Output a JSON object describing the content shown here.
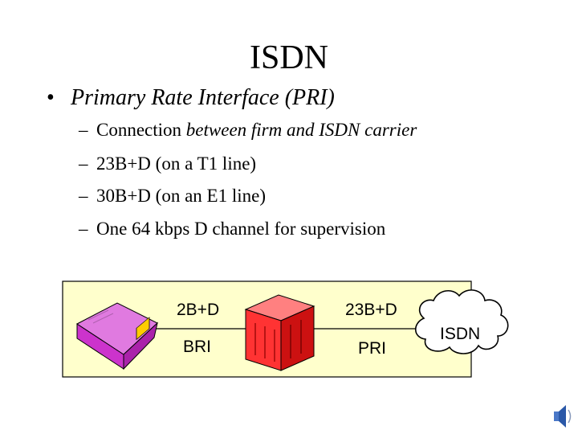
{
  "slide": {
    "title": "ISDN",
    "bullet": {
      "marker": "•",
      "text": "Primary Rate Interface (PRI)"
    },
    "subbullets": [
      {
        "dash": "–",
        "lead": "Connection ",
        "italic": "between firm and ISDN carrier"
      },
      {
        "dash": "–",
        "lead": "23B+D (on a T1 line)",
        "italic": ""
      },
      {
        "dash": "–",
        "lead": "30B+D (on an E1 line)",
        "italic": ""
      },
      {
        "dash": "–",
        "lead": "One 64 kbps D channel for supervision",
        "italic": ""
      }
    ]
  },
  "diagram": {
    "panel_color": "#ffffcc",
    "left_link": {
      "channels": "2B+D",
      "type": "BRI"
    },
    "right_link": {
      "channels": "23B+D",
      "type": "PRI"
    },
    "cloud_label": "ISDN",
    "device_colors": {
      "terminal": "#cc33cc",
      "terminal_accent": "#ffcc00",
      "switch": "#ff3333"
    }
  },
  "icons": {
    "terminal": "isdn-terminal-icon",
    "switch": "pbx-switch-icon",
    "cloud": "isdn-cloud-icon",
    "sound": "sound-speaker-icon"
  }
}
